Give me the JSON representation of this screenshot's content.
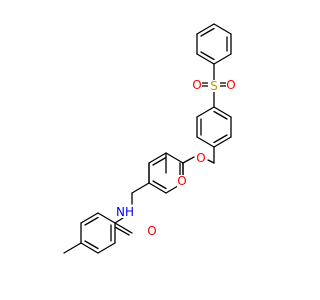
{
  "colors": {
    "bond": "#000000",
    "oxygen": "#ff0000",
    "nitrogen": "#0000ff",
    "sulfur": "#b3a100",
    "background": "#ffffff"
  },
  "atoms": {
    "sulfur": "S",
    "sulfonyl_oxygen_left": "O",
    "sulfonyl_oxygen_right": "O",
    "ester_oxygen": "O",
    "carbonyl_oxygen_ester": "O",
    "amide_nitrogen": "NH",
    "amide_oxygen": "O"
  }
}
